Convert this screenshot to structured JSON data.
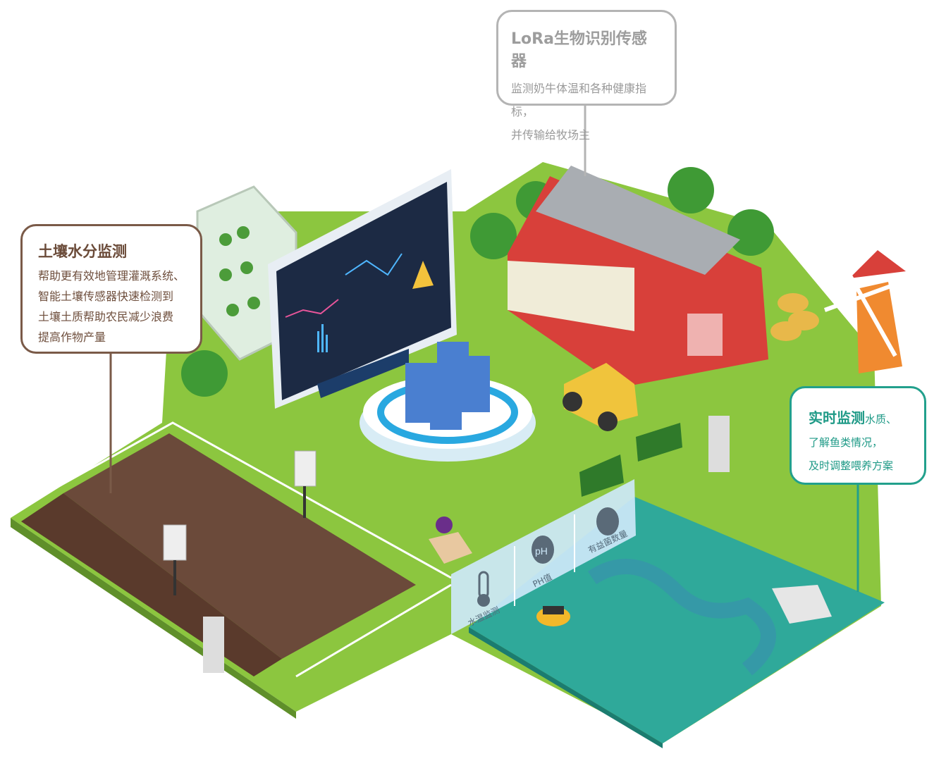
{
  "callouts": {
    "lora": {
      "title": "LoRa生物识别传感器",
      "lines": [
        "监测奶牛体温和各种健康指标，",
        "并传输给牧场主"
      ],
      "color": "#b4b4b4"
    },
    "soil": {
      "title": "土壤水分监测",
      "lines": [
        "帮助更有效地管理灌溉系统、",
        "智能土壤传感器快速检测到",
        "土壤土质帮助农民减少浪费",
        "提高作物产量"
      ],
      "color": "#7a5a48"
    },
    "water": {
      "title": "实时监测",
      "title_suffix": "水质、",
      "lines": [
        "了解鱼类情况，",
        "及时调整喂养方案"
      ],
      "color": "#22a08c"
    }
  },
  "water_panel": {
    "items": [
      {
        "label": "水温监测",
        "icon": "thermometer-icon"
      },
      {
        "label": "PH值",
        "icon": "ph-icon"
      },
      {
        "label": "有益菌数量",
        "icon": "bacteria-icon"
      }
    ]
  },
  "colors": {
    "grass": "#8cc63f",
    "soil": "#6b4a3a",
    "water": "#2fa99a",
    "barn": "#d8403a",
    "screen": "#1c2a44"
  }
}
